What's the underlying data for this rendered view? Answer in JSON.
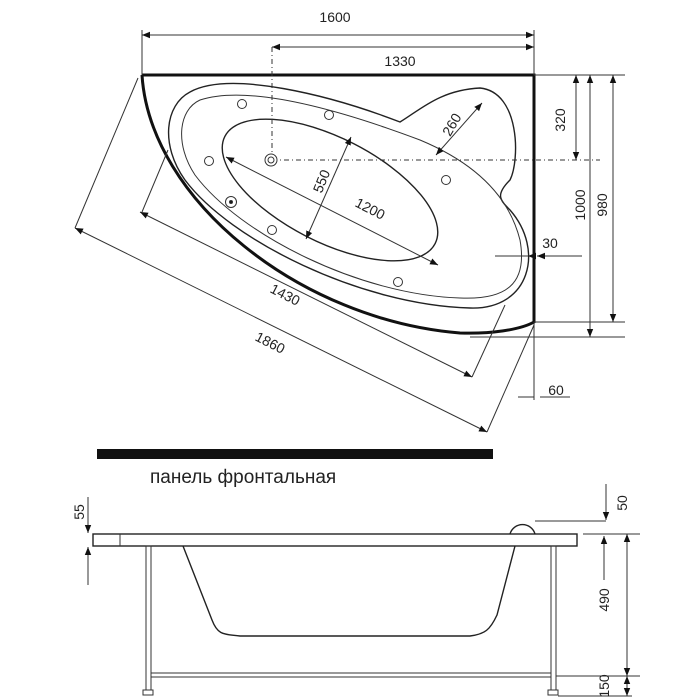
{
  "top_view": {
    "dims": {
      "overall_length": "1600",
      "offset_length": "1330",
      "headrest_offset": "320",
      "overall_depth": "1000",
      "inner_depth": "980",
      "headrest_radius": "260",
      "basin_width": "550",
      "basin_length": "1200",
      "rim_gap": "30",
      "front_length": "1430",
      "diagonal_length": "1860",
      "apron_offset": "60"
    }
  },
  "panel": {
    "label": "панель фронтальная"
  },
  "side_view": {
    "dims": {
      "rim_left": "55",
      "rim_right": "50",
      "tub_height": "490",
      "leg_height": "150"
    }
  }
}
